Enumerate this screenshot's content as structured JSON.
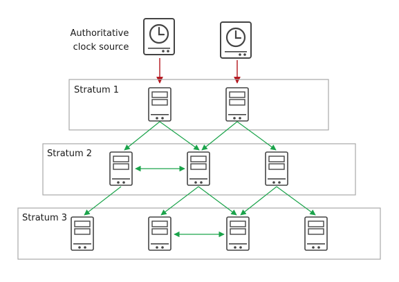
{
  "source_label": [
    "Authoritative",
    "clock source"
  ],
  "strata": [
    "Stratum 1",
    "Stratum 2",
    "Stratum 3"
  ],
  "colors": {
    "sync_arrow": "#1aa34a",
    "source_arrow": "#b3131b",
    "box_border": "#a8a8a8",
    "device_stroke": "#444444"
  },
  "icons": [
    "clock-icon",
    "server-icon"
  ]
}
